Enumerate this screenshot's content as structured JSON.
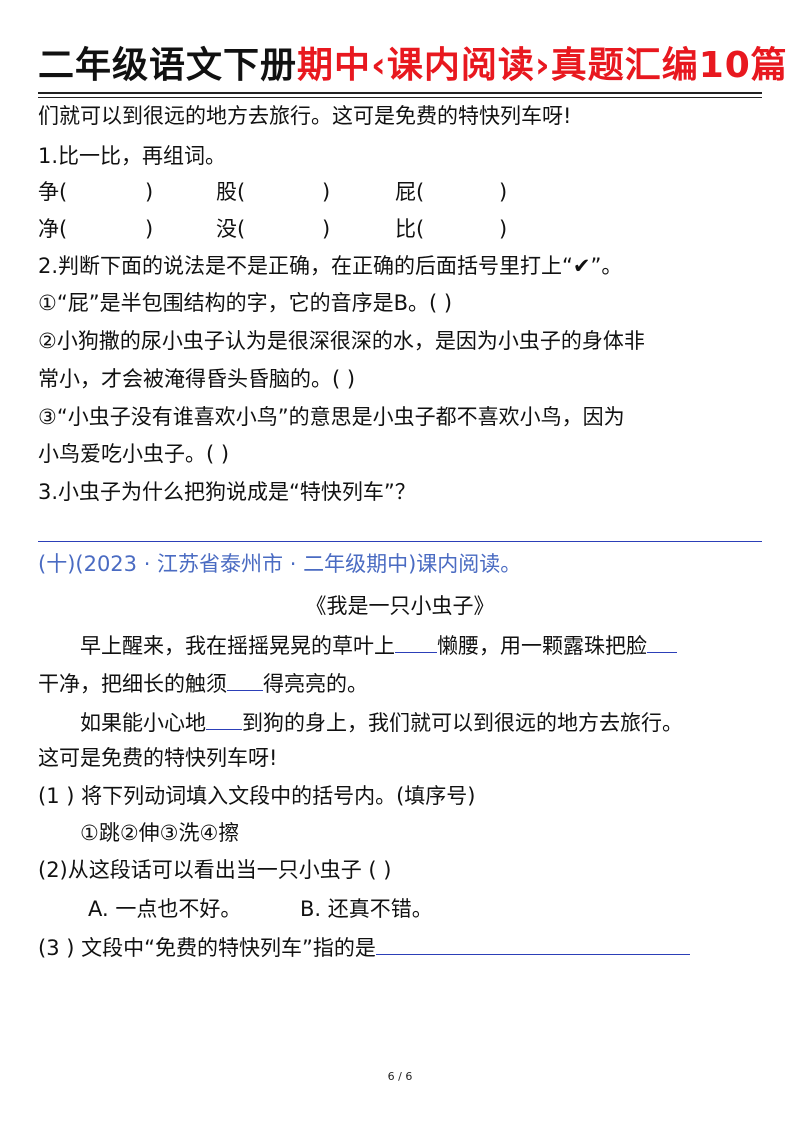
{
  "header": {
    "title_black": "二年级语文下册",
    "title_red": "期中‹课内阅读›真题汇编10篇"
  },
  "section9": {
    "cont_line": "们就可以到很远的地方去旅行。这可是免费的特快列车呀!",
    "q1": "1.比一比，再组词。",
    "words": [
      [
        "争(",
        "股(",
        "屁("
      ],
      [
        "净(",
        "没(",
        "比("
      ]
    ],
    "close_paren": ")",
    "q2": "2.判断下面的说法是不是正确，在正确的后面括号里打上“✔”。",
    "q2_1": "①“屁”是半包围结构的字，它的音序是B。(        )",
    "q2_2a": "②小狗撒的尿小虫子认为是很深很深的水，是因为小虫子的身体非",
    "q2_2b": "常小，才会被淹得昏头昏脑的。(      )",
    "q2_3a": "③“小虫子没有谁喜欢小鸟”的意思是小虫子都不喜欢小鸟，因为",
    "q2_3b": "小鸟爱吃小虫子。(      )",
    "q3": "3.小虫子为什么把狗说成是“特快列车”？"
  },
  "section10": {
    "heading": "(十)(2023 · 江苏省泰州市 · 二年级期中)课内阅读。",
    "passage_title": "《我是一只小虫子》",
    "p1_a": "早上醒来，我在摇摇晃晃的草叶上",
    "p1_b": "懒腰，用一颗露珠把脸",
    "p1_c": "干净，把细长的触须",
    "p1_d": "得亮亮的。",
    "p2_a": "如果能小心地",
    "p2_b": "到狗的身上，我们就可以到很远的地方去旅行。",
    "p2_c": "这可是免费的特快列车呀!",
    "q1": "(1 ) 将下列动词填入文段中的括号内。(填序号)",
    "q1_options": "①跳②伸③洗④擦",
    "q2": "(2)从这段话可以看出当一只小虫子 (    )",
    "q2_a": "A.  一点也不好。",
    "q2_b": "B.  还真不错。",
    "q3": "(3 ) 文段中“免费的特快列车”指的是"
  },
  "footer": {
    "page": "6 / 6"
  },
  "colors": {
    "title_red": "#e8181f",
    "heading_blue": "#4a6bc2",
    "blank_line": "#2c3fb8"
  }
}
